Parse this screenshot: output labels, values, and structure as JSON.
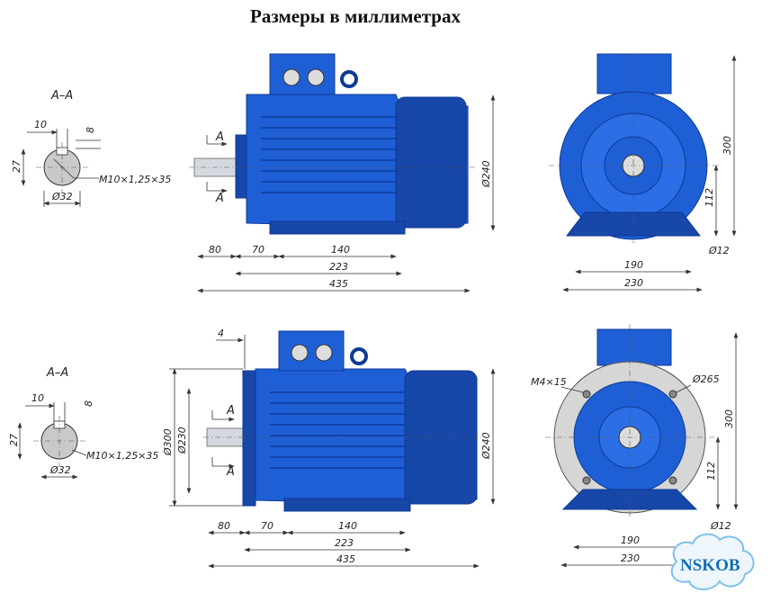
{
  "title": "Размеры в миллиметрах",
  "section_label": "A–A",
  "section_marker": "A",
  "section": {
    "key_width": "10",
    "key_depth": "8",
    "height": "27",
    "diameter": "Ø32",
    "thread": "M10×1,25×35"
  },
  "side_view": {
    "len_80": "80",
    "len_70": "70",
    "len_140": "140",
    "len_223": "223",
    "len_435": "435",
    "dia_240": "Ø240"
  },
  "flange_view": {
    "flange_4": "4",
    "dia_300": "Ø300",
    "dia_230": "Ø230"
  },
  "end_view": {
    "height_300": "300",
    "height_112": "112",
    "width_190": "190",
    "width_230": "230",
    "hole_12": "Ø12"
  },
  "flange_end_view": {
    "bolt_label": "M4×15",
    "pcd_265": "Ø265"
  },
  "logo": "NSKOB",
  "colors": {
    "motor_blue": "#1f5fd6",
    "logo_blue": "#0f6fb5"
  }
}
